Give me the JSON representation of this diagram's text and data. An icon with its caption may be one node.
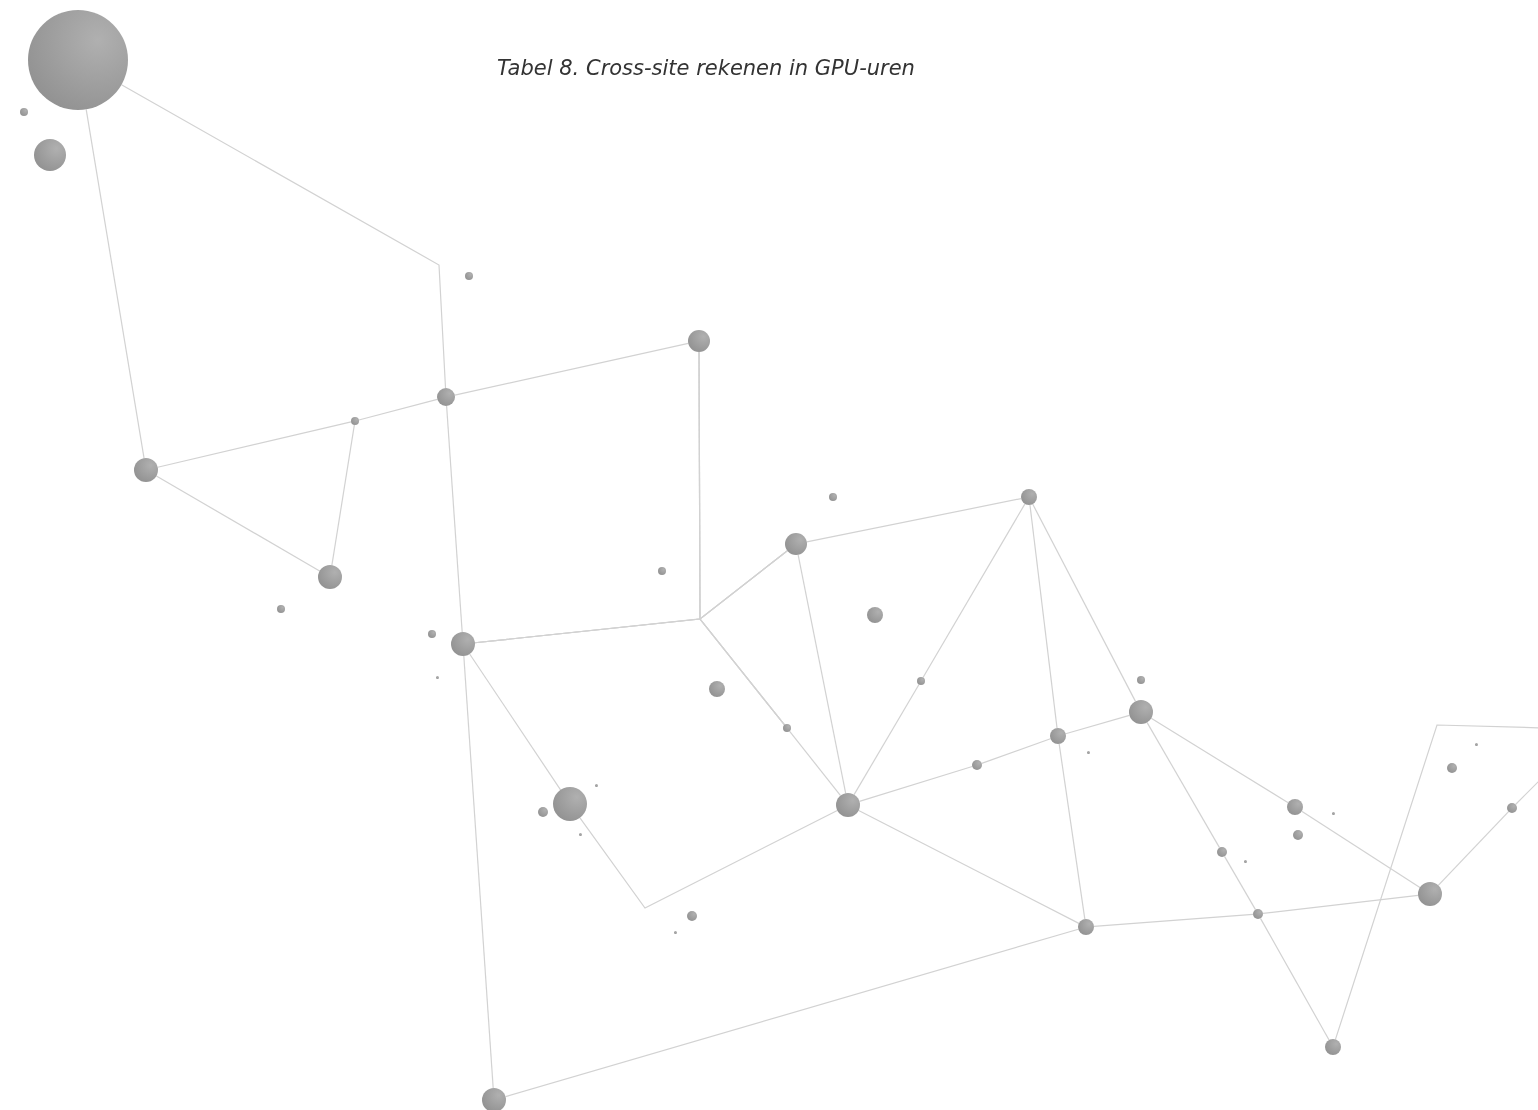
{
  "diagram": {
    "title": "Tabel 8. Cross-site rekenen in GPU-uren",
    "nodes": [
      {
        "text": [],
        "shape": "circle"
      },
      {
        "text": [],
        "shape": "circle"
      },
      {
        "text": [],
        "shape": "circle"
      },
      {
        "text": [],
        "shape": "circle"
      },
      {
        "text": [],
        "shape": "circle"
      },
      {
        "text": [],
        "shape": "circle"
      },
      {
        "text": [],
        "shape": "circle"
      },
      {
        "text": [],
        "shape": "circle"
      },
      {
        "text": [],
        "shape": "circle"
      },
      {
        "text": [],
        "shape": "circle"
      },
      {
        "text": [],
        "shape": "circle"
      },
      {
        "text": [],
        "shape": "circle"
      },
      {
        "text": [],
        "shape": "circle"
      },
      {
        "text": [],
        "shape": "circle"
      },
      {
        "text": [],
        "shape": "circle"
      },
      {
        "text": [],
        "shape": "circle"
      },
      {
        "text": [],
        "shape": "circle"
      },
      {
        "text": [],
        "shape": "circle"
      },
      {
        "text": [],
        "shape": "circle"
      },
      {
        "text": [],
        "shape": "circle"
      },
      {
        "text": [],
        "shape": "circle"
      },
      {
        "text": [],
        "shape": "circle"
      },
      {
        "text": [],
        "shape": "circle"
      },
      {
        "text": [],
        "shape": "circle"
      },
      {
        "text": [],
        "shape": "circle"
      },
      {
        "text": [],
        "shape": "circle"
      },
      {
        "text": [],
        "shape": "circle"
      },
      {
        "text": [],
        "shape": "circle"
      },
      {
        "text": [],
        "shape": "circle"
      },
      {
        "text": [],
        "shape": "circle"
      },
      {
        "text": [],
        "shape": "circle"
      },
      {
        "text": [],
        "shape": "circle"
      },
      {
        "text": [],
        "shape": "circle"
      },
      {
        "text": [],
        "shape": "circle"
      },
      {
        "text": [],
        "shape": "circle"
      },
      {
        "text": [],
        "shape": "circle"
      },
      {
        "text": [],
        "shape": "circle"
      },
      {
        "text": [],
        "shape": "circle"
      },
      {
        "text": [],
        "shape": "circle"
      },
      {
        "text": [],
        "shape": "circle"
      },
      {
        "text": [],
        "shape": "circle"
      },
      {
        "text": [],
        "shape": "circle"
      },
      {
        "text": [],
        "shape": "circle"
      },
      {
        "text": [],
        "shape": "circle"
      },
      {
        "text": [],
        "shape": "circle"
      },
      {
        "text": [],
        "shape": "circle"
      }
    ],
    "edges": [
      {
        "from": 0,
        "to": 7,
        "arrow": "none"
      },
      {
        "from": 0,
        "to": 5,
        "arrow": "none"
      },
      {
        "from": 5,
        "to": 4,
        "arrow": "none"
      },
      {
        "from": 5,
        "to": 6,
        "arrow": "none"
      },
      {
        "from": 6,
        "to": 7,
        "arrow": "none"
      },
      {
        "from": 7,
        "to": 11,
        "arrow": "none"
      },
      {
        "from": 11,
        "to": 6,
        "arrow": "none"
      },
      {
        "from": 5,
        "to": 16,
        "arrow": "none"
      },
      {
        "from": 16,
        "to": 45,
        "arrow": "none"
      },
      {
        "from": 16,
        "to": 29,
        "arrow": "none"
      },
      {
        "from": 29,
        "to": 30,
        "arrow": "none"
      },
      {
        "from": 16,
        "to": 4,
        "arrow": "none"
      },
      {
        "from": 16,
        "to": 10,
        "arrow": "none"
      },
      {
        "from": 16,
        "to": 22,
        "arrow": "none"
      },
      {
        "from": 4,
        "to": 10,
        "arrow": "none"
      },
      {
        "from": 4,
        "to": 22,
        "arrow": "none"
      },
      {
        "from": 10,
        "to": 22,
        "arrow": "none"
      },
      {
        "from": 22,
        "to": 30,
        "arrow": "none"
      },
      {
        "from": 10,
        "to": 8,
        "arrow": "none"
      },
      {
        "from": 10,
        "to": 30,
        "arrow": "none"
      },
      {
        "from": 8,
        "to": 20,
        "arrow": "none"
      },
      {
        "from": 20,
        "to": 30,
        "arrow": "none"
      },
      {
        "from": 8,
        "to": 23,
        "arrow": "none"
      },
      {
        "from": 23,
        "to": 42,
        "arrow": "none"
      },
      {
        "from": 8,
        "to": 21,
        "arrow": "none"
      },
      {
        "from": 30,
        "to": 26,
        "arrow": "none"
      },
      {
        "from": 26,
        "to": 23,
        "arrow": "none"
      },
      {
        "from": 23,
        "to": 21,
        "arrow": "none"
      },
      {
        "from": 30,
        "to": 42,
        "arrow": "none"
      },
      {
        "from": 42,
        "to": 45,
        "arrow": "none"
      },
      {
        "from": 42,
        "to": 41,
        "arrow": "none"
      },
      {
        "from": 41,
        "to": 39,
        "arrow": "none"
      },
      {
        "from": 21,
        "to": 31,
        "arrow": "none"
      },
      {
        "from": 31,
        "to": 39,
        "arrow": "none"
      },
      {
        "from": 21,
        "to": 37,
        "arrow": "none"
      },
      {
        "from": 37,
        "to": 41,
        "arrow": "none"
      },
      {
        "from": 41,
        "to": 44,
        "arrow": "none"
      },
      {
        "from": 44,
        "to": null,
        "arrow": "none"
      },
      {
        "from": 39,
        "to": 32,
        "arrow": "none"
      },
      {
        "from": 32,
        "to": null,
        "arrow": "none"
      }
    ]
  }
}
